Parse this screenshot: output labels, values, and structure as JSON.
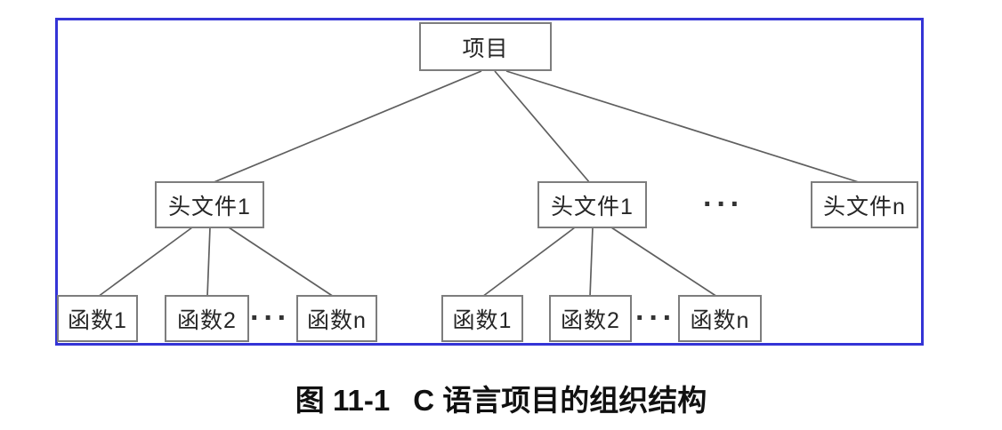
{
  "colors": {
    "frame_border": "#3434d6",
    "node_border": "#7d7d7d",
    "connector_line": "#5f5f5f",
    "node_text": "#262626",
    "caption_text": "#111111"
  },
  "diagram": {
    "root": {
      "label": "项目"
    },
    "level2": [
      {
        "label": "头文件1"
      },
      {
        "label": "头文件1"
      },
      {
        "label": "头文件n"
      }
    ],
    "level2_ellipsis": "···",
    "group1": {
      "nodes": [
        {
          "label": "函数1"
        },
        {
          "label": "函数2"
        },
        {
          "label": "函数n"
        }
      ],
      "ellipsis": "···"
    },
    "group2": {
      "nodes": [
        {
          "label": "函数1"
        },
        {
          "label": "函数2"
        },
        {
          "label": "函数n"
        }
      ],
      "ellipsis": "···"
    }
  },
  "caption": {
    "figure_label": "图 11-1",
    "title": "C 语言项目的组织结构"
  }
}
